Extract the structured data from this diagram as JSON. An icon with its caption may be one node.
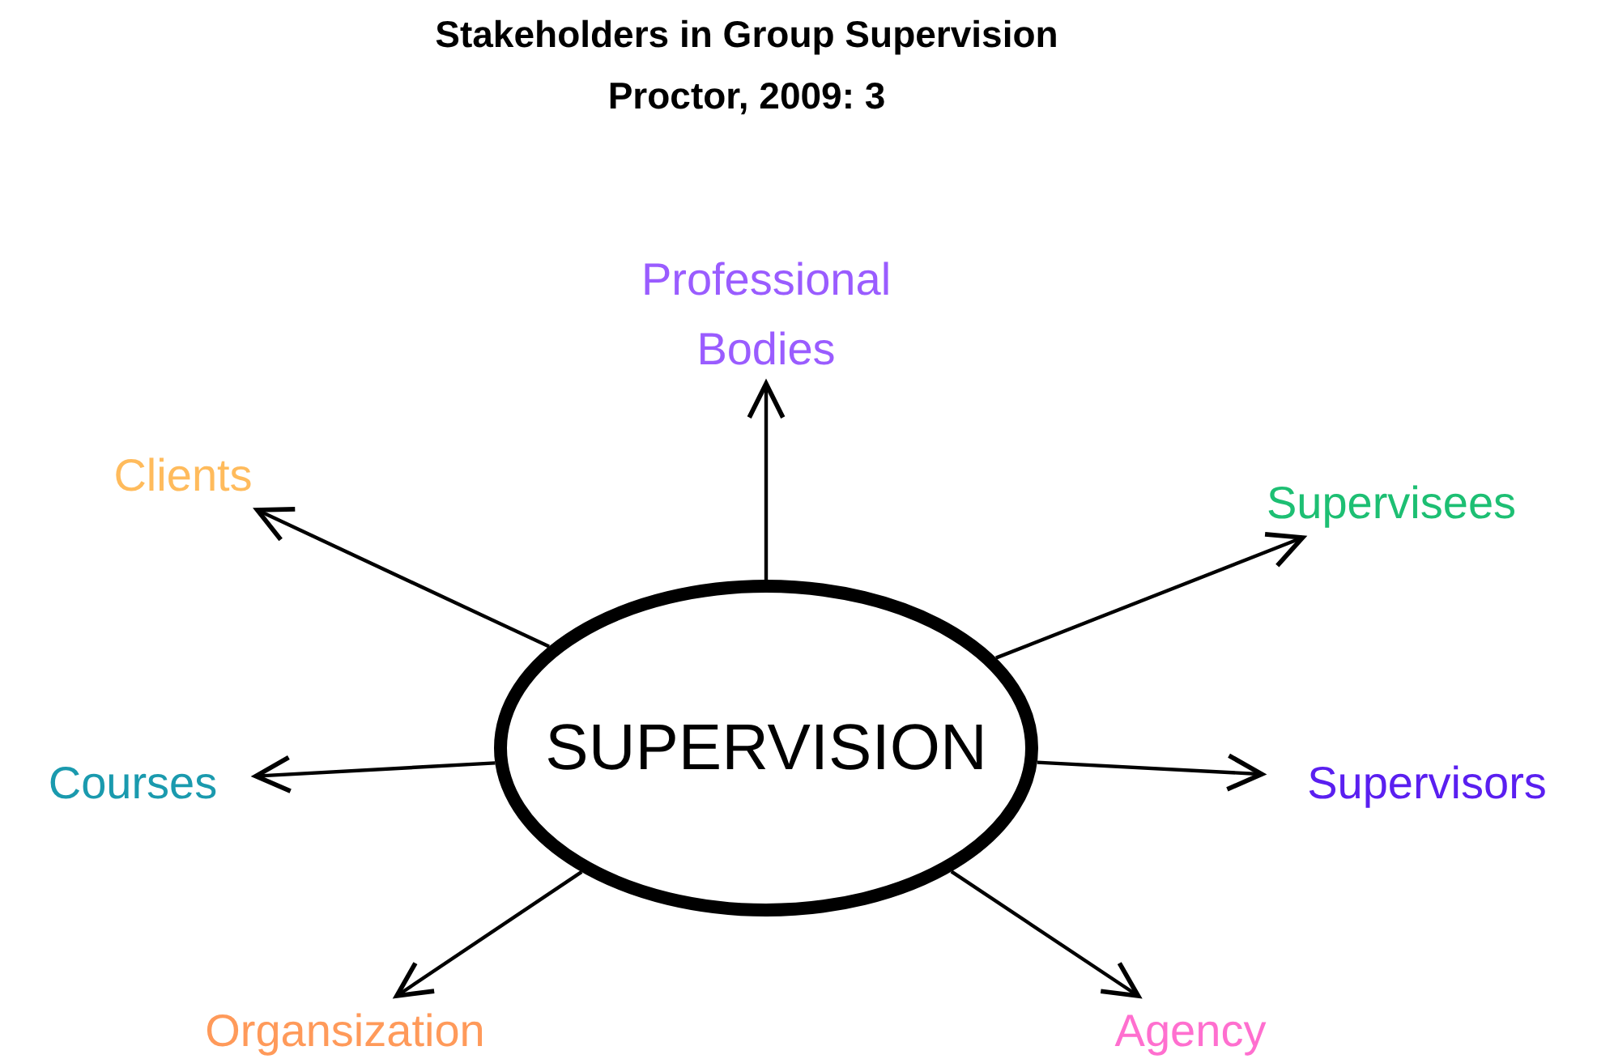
{
  "diagram": {
    "title": "Stakeholders in Group Supervision",
    "nodes": [
      {
        "text": [
          "SUPERVISION"
        ]
      },
      {
        "text": [
          "Professional Bodies"
        ]
      },
      {
        "text": [
          "Clients"
        ]
      },
      {
        "text": [
          "Supervisees"
        ]
      },
      {
        "text": [
          "Courses"
        ]
      },
      {
        "text": [
          "Supervisors"
        ]
      },
      {
        "text": [
          "Organsization"
        ]
      },
      {
        "text": [
          "Agency"
        ]
      }
    ],
    "edges": [
      {
        "from": 0,
        "to": 1,
        "arrow": "to"
      },
      {
        "from": 0,
        "to": 2,
        "arrow": "to"
      },
      {
        "from": 0,
        "to": 3,
        "arrow": "to"
      },
      {
        "from": 0,
        "to": 4,
        "arrow": "to"
      },
      {
        "from": 0,
        "to": 5,
        "arrow": "to"
      },
      {
        "from": 0,
        "to": 6,
        "arrow": "to"
      },
      {
        "from": 0,
        "to": 7,
        "arrow": "to"
      }
    ],
    "labels": [
      "Proctor, 2009: 3"
    ]
  }
}
